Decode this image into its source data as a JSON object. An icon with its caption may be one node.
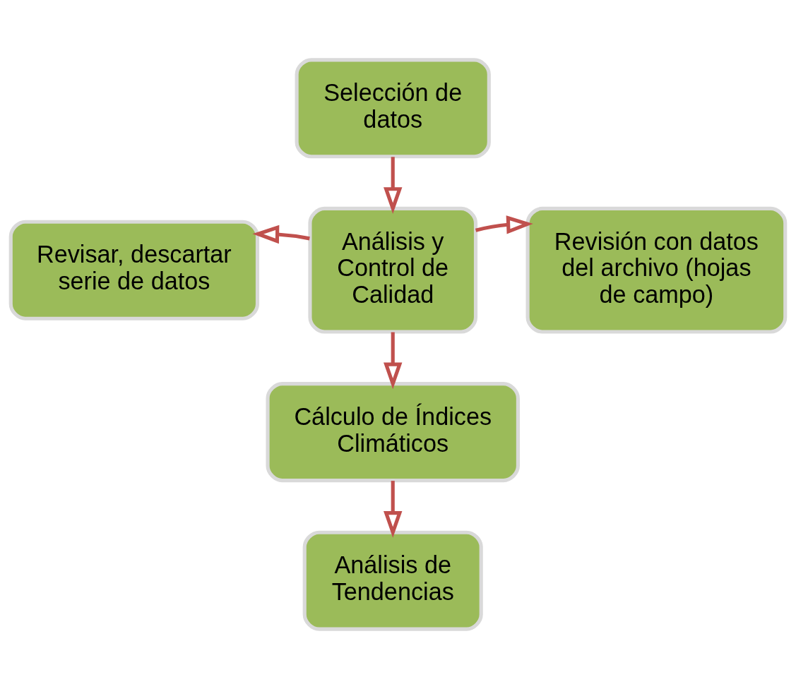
{
  "diagram": {
    "nodes": [
      {
        "text": [
          "Selección de datos"
        ]
      },
      {
        "text": [
          "Revisar, descartar serie de datos"
        ]
      },
      {
        "text": [
          "Análisis y Control de Calidad"
        ]
      },
      {
        "text": [
          "Revisión con datos del archivo (hojas de campo)"
        ]
      },
      {
        "text": [
          "Cálculo de Índices Climáticos"
        ]
      },
      {
        "text": [
          "Análisis de Tendencias"
        ]
      }
    ],
    "edges": [
      {
        "from": 0,
        "to": 2,
        "arrow": "to"
      },
      {
        "from": 2,
        "to": 1,
        "arrow": "to"
      },
      {
        "from": 2,
        "to": 3,
        "arrow": "to"
      },
      {
        "from": 2,
        "to": 4,
        "arrow": "to"
      },
      {
        "from": 4,
        "to": 5,
        "arrow": "to"
      }
    ]
  }
}
